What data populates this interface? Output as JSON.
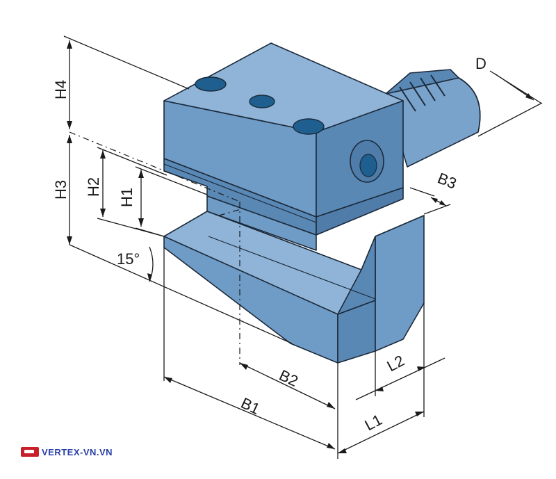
{
  "diagram": {
    "labels": {
      "H4": "H4",
      "H3": "H3",
      "H2": "H2",
      "H1": "H1",
      "angle": "15°",
      "D": "D",
      "B3": "B3",
      "B2": "B2",
      "B1": "B1",
      "L2": "L2",
      "L1": "L1"
    }
  },
  "watermark": {
    "text": "VERTEX-VN.VN"
  },
  "colors": {
    "body": "#6f9bc7",
    "body_dark": "#4f7ca9",
    "body_light": "#8fb4d8",
    "hole": "#1f5f8f",
    "line": "#1a1a1a",
    "logo_red": "#c8202a",
    "logo_blue": "#2a3fa8"
  }
}
